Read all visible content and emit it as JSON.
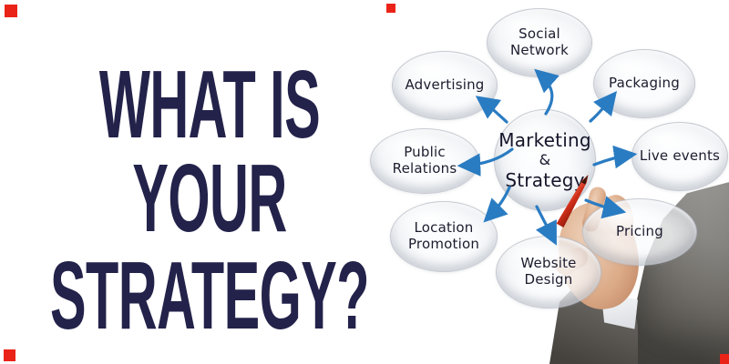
{
  "headline": {
    "line1": "WHAT IS",
    "line2": "YOUR",
    "line3": "STRATEGY?"
  },
  "diagram": {
    "center": {
      "line1": "Marketing",
      "line2": "&",
      "line3": "Strategy"
    },
    "bubbles": {
      "social_network": {
        "label": "Social Network"
      },
      "advertising": {
        "label": "Advertising"
      },
      "packaging": {
        "label": "Packaging"
      },
      "public_relations": {
        "label": "Public Relations"
      },
      "live_events": {
        "label": "Live events"
      },
      "location_promotion": {
        "line1": "Location",
        "line2": "Promotion"
      },
      "website_design": {
        "label": "Website Design"
      },
      "pricing": {
        "label": "Pricing"
      }
    }
  },
  "photo": {
    "description": "hand in gray suit holding red pen pointing at center bubble"
  },
  "colors": {
    "headline_navy": "#23224a",
    "arrow_blue": "#2a7cc2",
    "pen_red": "#d2301a",
    "bubble_text": "#1c1c2e",
    "center_text": "#15152a",
    "fiducial_red": "#ea2318"
  }
}
